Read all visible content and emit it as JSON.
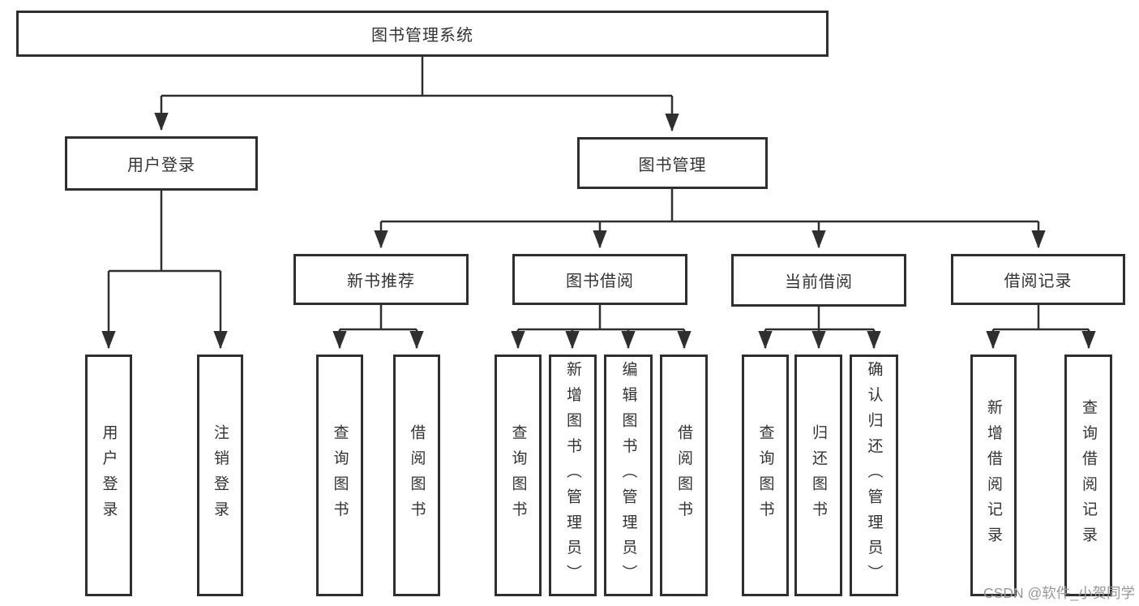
{
  "tree": {
    "label": "图书管理系统",
    "children": [
      {
        "label": "用户登录",
        "children": [
          {
            "label": "用户登录"
          },
          {
            "label": "注销登录"
          }
        ]
      },
      {
        "label": "图书管理",
        "children": [
          {
            "label": "新书推荐",
            "children": [
              {
                "label": "查询图书"
              },
              {
                "label": "借阅图书"
              }
            ]
          },
          {
            "label": "图书借阅",
            "children": [
              {
                "label": "查询图书"
              },
              {
                "label": "新增图书（管理员）"
              },
              {
                "label": "编辑图书（管理员）"
              },
              {
                "label": "借阅图书"
              }
            ]
          },
          {
            "label": "当前借阅",
            "children": [
              {
                "label": "查询图书"
              },
              {
                "label": "归还图书"
              },
              {
                "label": "确认归还（管理员）"
              }
            ]
          },
          {
            "label": "借阅记录",
            "children": [
              {
                "label": "新增借阅记录"
              },
              {
                "label": "查询借阅记录"
              }
            ]
          }
        ]
      }
    ]
  },
  "watermark": {
    "text": "CSDN @软件_小贺同学"
  },
  "colors": {
    "line": "#2f2f2f",
    "text": "#333333",
    "box_background": "#ffffff",
    "watermark": "#98989c"
  }
}
